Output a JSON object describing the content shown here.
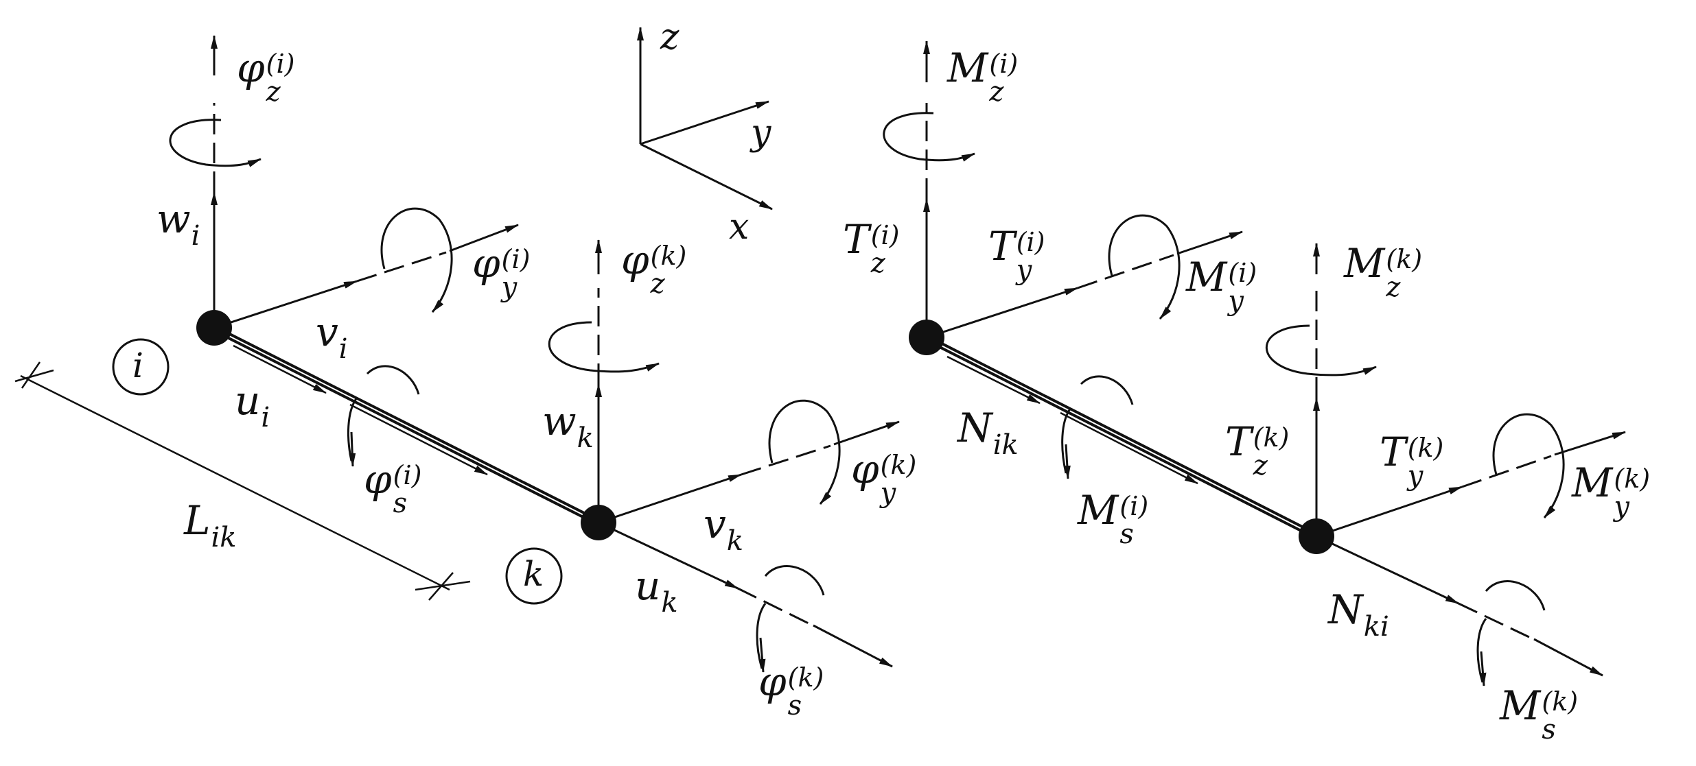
{
  "coordinate_axes": {
    "z": "z",
    "y": "y",
    "x": "x"
  },
  "nodes": {
    "i": "i",
    "k": "k"
  },
  "length": {
    "base": "L",
    "sub": "ik"
  },
  "left_labels": {
    "phi_z_i": {
      "base": "φ",
      "sub": "z",
      "sup": "(i)"
    },
    "w_i": {
      "base": "w",
      "sub": "i"
    },
    "phi_y_i": {
      "base": "φ",
      "sub": "y",
      "sup": "(i)"
    },
    "v_i": {
      "base": "v",
      "sub": "i"
    },
    "u_i": {
      "base": "u",
      "sub": "i"
    },
    "phi_s_i": {
      "base": "φ",
      "sub": "s",
      "sup": "(i)"
    },
    "phi_z_k": {
      "base": "φ",
      "sub": "z",
      "sup": "(k)"
    },
    "w_k": {
      "base": "w",
      "sub": "k"
    },
    "v_k": {
      "base": "v",
      "sub": "k"
    },
    "phi_y_k": {
      "base": "φ",
      "sub": "y",
      "sup": "(k)"
    },
    "u_k": {
      "base": "u",
      "sub": "k"
    },
    "phi_s_k": {
      "base": "φ",
      "sub": "s",
      "sup": "(k)"
    }
  },
  "right_labels": {
    "M_z_i": {
      "base": "M",
      "sub": "z",
      "sup": "(i)"
    },
    "T_z_i": {
      "base": "T",
      "sub": "z",
      "sup": "(i)"
    },
    "T_y_i": {
      "base": "T",
      "sub": "y",
      "sup": "(i)"
    },
    "M_y_i": {
      "base": "M",
      "sub": "y",
      "sup": "(i)"
    },
    "M_z_k": {
      "base": "M",
      "sub": "z",
      "sup": "(k)"
    },
    "N_ik": {
      "base": "N",
      "sub": "ik"
    },
    "M_s_i": {
      "base": "M",
      "sub": "s",
      "sup": "(i)"
    },
    "T_z_k": {
      "base": "T",
      "sub": "z",
      "sup": "(k)"
    },
    "T_y_k": {
      "base": "T",
      "sub": "y",
      "sup": "(k)"
    },
    "M_y_k": {
      "base": "M",
      "sub": "y",
      "sup": "(k)"
    },
    "N_ki": {
      "base": "N",
      "sub": "ki"
    },
    "M_s_k": {
      "base": "M",
      "sub": "s",
      "sup": "(k)"
    }
  }
}
